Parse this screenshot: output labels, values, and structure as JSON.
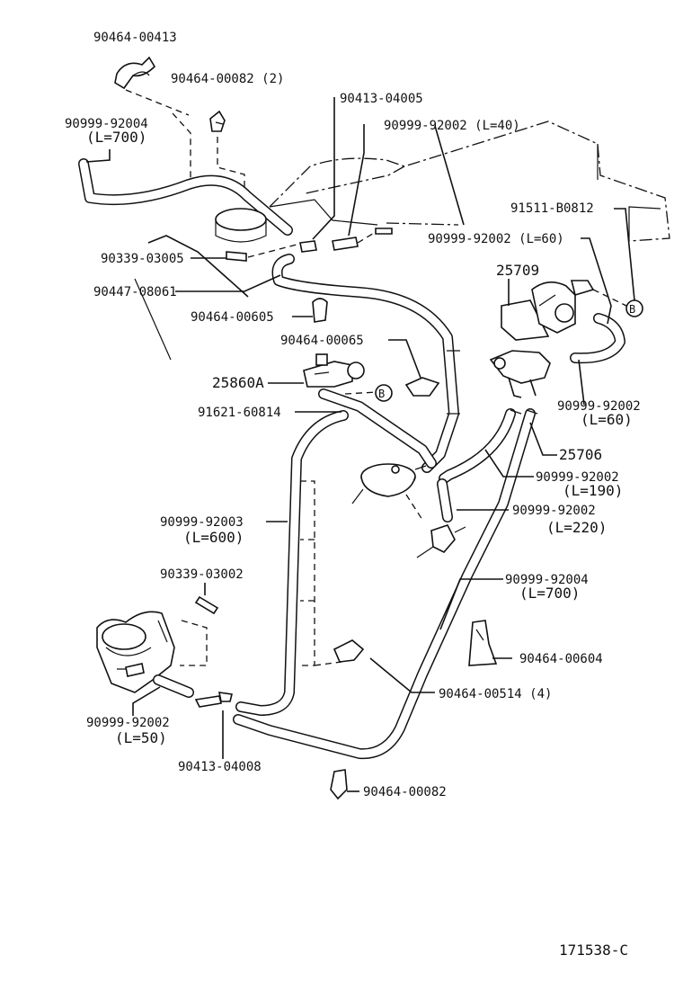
{
  "diagram_id": "171538-C",
  "labels": {
    "p90464_00413": "90464-00413",
    "p90464_00082_2": "90464-00082 (2)",
    "p90413_04005": "90413-04005",
    "p90999_92002_l40": "90999-92002 (L=40)",
    "p90999_92004_top": "90999-92004",
    "p90999_92004_top_len": "(L=700)",
    "p91511_b0812": "91511-B0812",
    "p90999_92002_l60_top": "90999-92002 (L=60)",
    "p90339_03005": "90339-03005",
    "p90447_08061": "90447-08061",
    "p25709": "25709",
    "p90464_00605": "90464-00605",
    "p90464_00065": "90464-00065",
    "p25860a": "25860A",
    "p91621_60814": "91621-60814",
    "p90999_92002_l60_right": "90999-92002",
    "p90999_92002_l60_right_len": "(L=60)",
    "p25706": "25706",
    "p90999_92002_l190": "90999-92002",
    "p90999_92002_l190_len": "(L=190)",
    "p90999_92002_l220": "90999-92002",
    "p90999_92002_l220_len": "(L=220)",
    "p90999_92003": "90999-92003",
    "p90999_92003_len": "(L=600)",
    "p90339_03002": "90339-03002",
    "p90999_92004_mid": "90999-92004",
    "p90999_92004_mid_len": "(L=700)",
    "p90464_00604": "90464-00604",
    "p90464_00514_4": "90464-00514 (4)",
    "p90999_92002_l50": "90999-92002",
    "p90999_92002_l50_len": "(L=50)",
    "p90413_04008": "90413-04008",
    "p90464_00082": "90464-00082",
    "ref_b": "B"
  },
  "icons": [
    "hose-clamp-icon",
    "vacuum-switching-valve-icon",
    "vacuum-modulator-icon",
    "throttle-body-icon",
    "hose-joint-icon",
    "bolt-icon"
  ]
}
